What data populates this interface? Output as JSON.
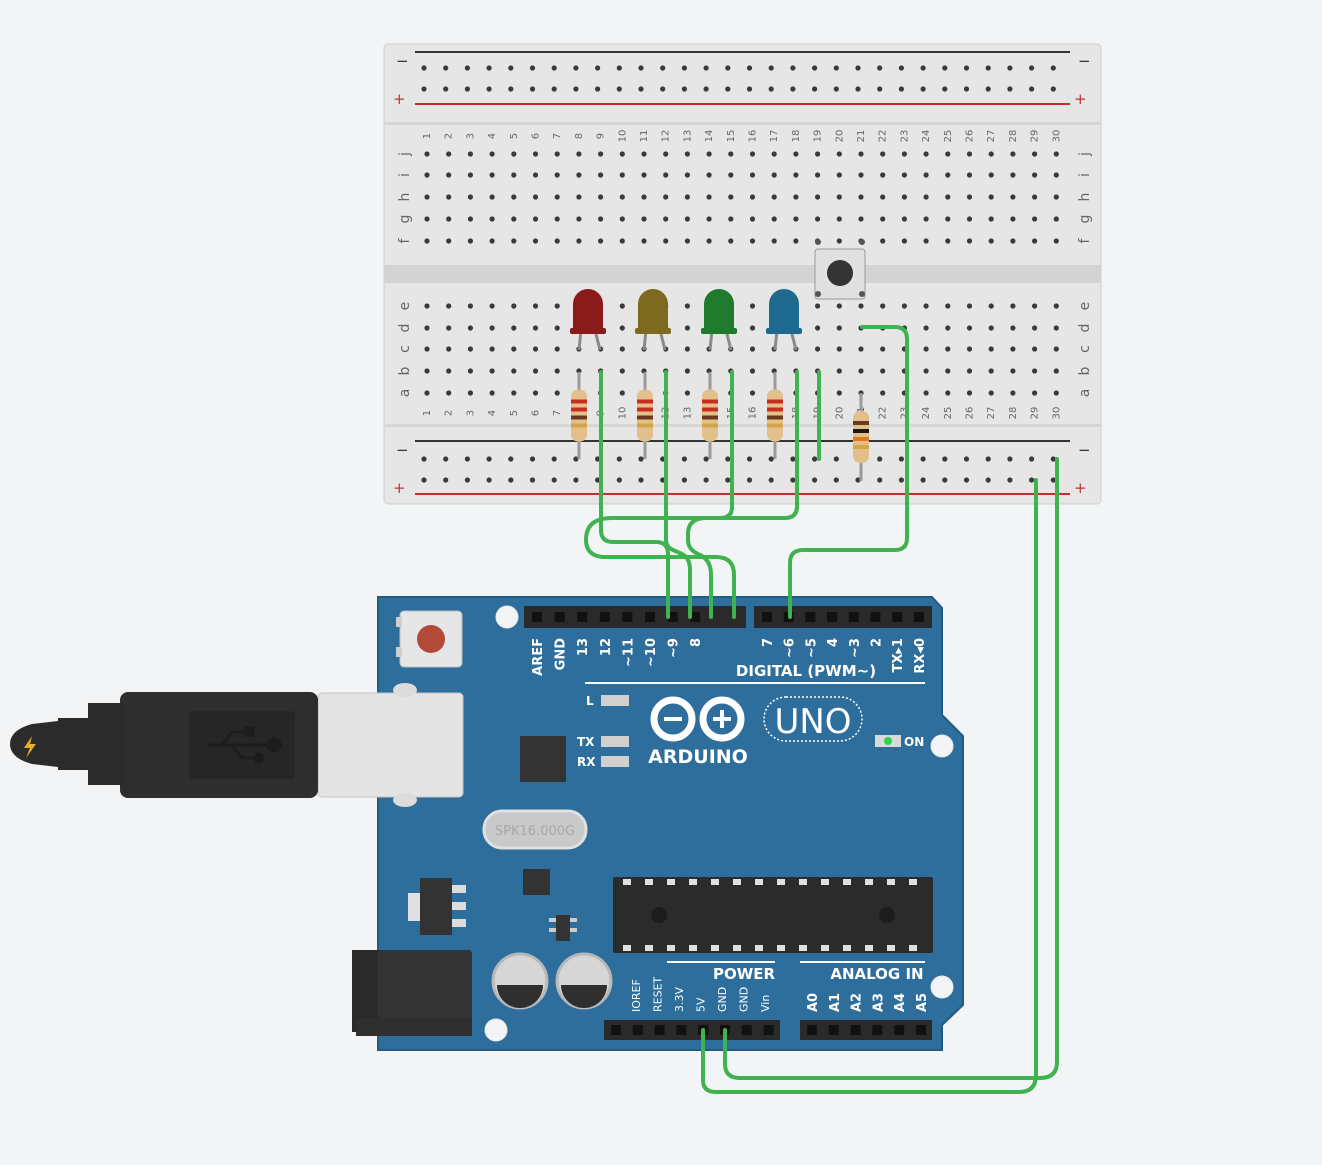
{
  "breadboard": {
    "top_rows": [
      "j",
      "i",
      "h",
      "g",
      "f"
    ],
    "bottom_rows": [
      "e",
      "d",
      "c",
      "b",
      "a"
    ],
    "columns": [
      "1",
      "2",
      "3",
      "4",
      "5",
      "6",
      "7",
      "8",
      "9",
      "10",
      "11",
      "12",
      "13",
      "14",
      "15",
      "16",
      "17",
      "18",
      "19",
      "20",
      "21",
      "22",
      "23",
      "24",
      "25",
      "26",
      "27",
      "28",
      "29",
      "30"
    ],
    "rail_minus": "−",
    "rail_plus": "+"
  },
  "components": {
    "leds": [
      {
        "color": "#8b1a1a"
      },
      {
        "color": "#7d6a1e"
      },
      {
        "color": "#1f7a2e"
      },
      {
        "color": "#1e6a8e"
      }
    ],
    "wire_color": "#3fb34f"
  },
  "arduino": {
    "digital_pins": [
      "AREF",
      "GND",
      "13",
      "12",
      "~11",
      "~10",
      "~9",
      "8",
      "7",
      "~6",
      "~5",
      "4",
      "~3",
      "2",
      "TX▸1",
      "RX◂0"
    ],
    "digital_label": "DIGITAL (PWM~)",
    "brand": "ARDUINO",
    "model": "UNO",
    "on_label": "ON",
    "l_label": "L",
    "tx_label": "TX",
    "rx_label": "RX",
    "crystal_label": "SPK16.000G",
    "power_label": "POWER",
    "analog_label": "ANALOG IN",
    "power_pins": [
      "IOREF",
      "RESET",
      "3.3V",
      "5V",
      "GND",
      "GND",
      "Vin"
    ],
    "analog_pins": [
      "A0",
      "A1",
      "A2",
      "A3",
      "A4",
      "A5"
    ],
    "board_color": "#2d6e9c"
  }
}
